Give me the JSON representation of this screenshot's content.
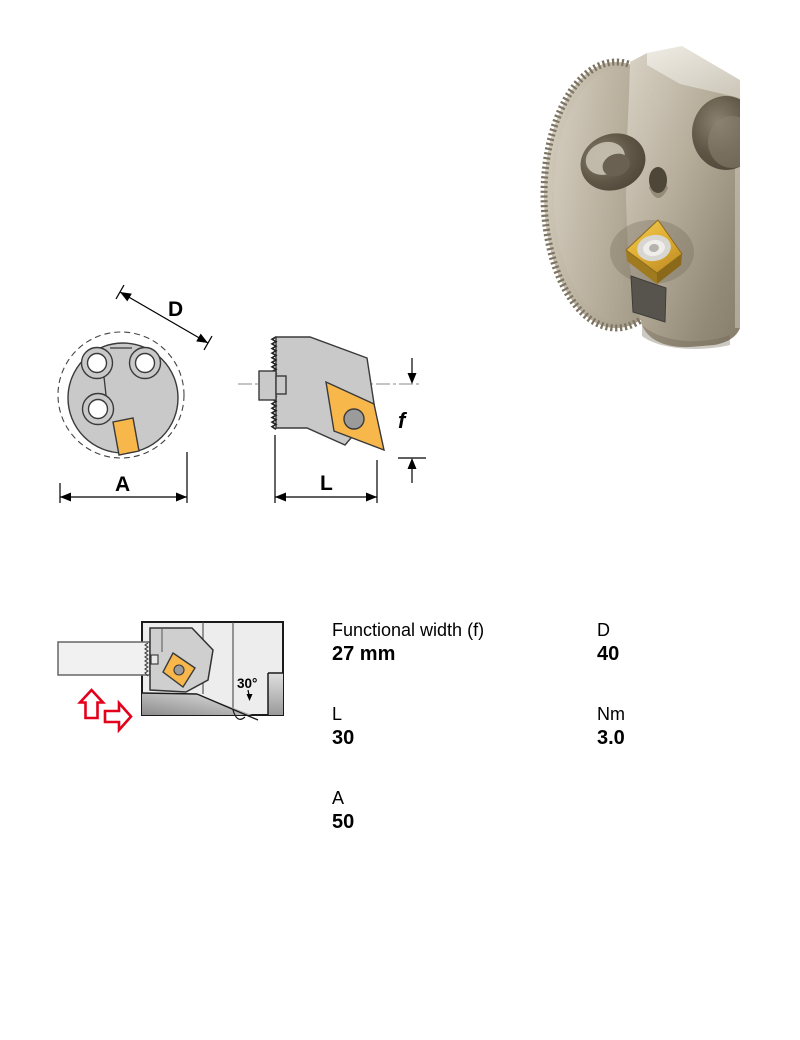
{
  "specs": {
    "rows": [
      {
        "cells": [
          {
            "label": "Functional width (f)",
            "value": "27 mm"
          },
          {
            "label": "D",
            "value": "40"
          }
        ]
      },
      {
        "cells": [
          {
            "label": "L",
            "value": "30"
          },
          {
            "label": "Nm",
            "value": "3.0"
          }
        ]
      },
      {
        "cells": [
          {
            "label": "A",
            "value": "50"
          }
        ]
      }
    ]
  },
  "diagrams": {
    "front_view": {
      "diameter_label": "D",
      "width_label": "A"
    },
    "side_view": {
      "height_label": "f",
      "length_label": "L"
    },
    "mounting_view": {
      "angle_label": "30°"
    }
  },
  "colors": {
    "insert_yellow": "#F7B74B",
    "line_gray": "#C9C9C9",
    "red_accent": "#E3001B",
    "body_beige": "#B2A896",
    "gold_highlight": "#F3CC55"
  }
}
